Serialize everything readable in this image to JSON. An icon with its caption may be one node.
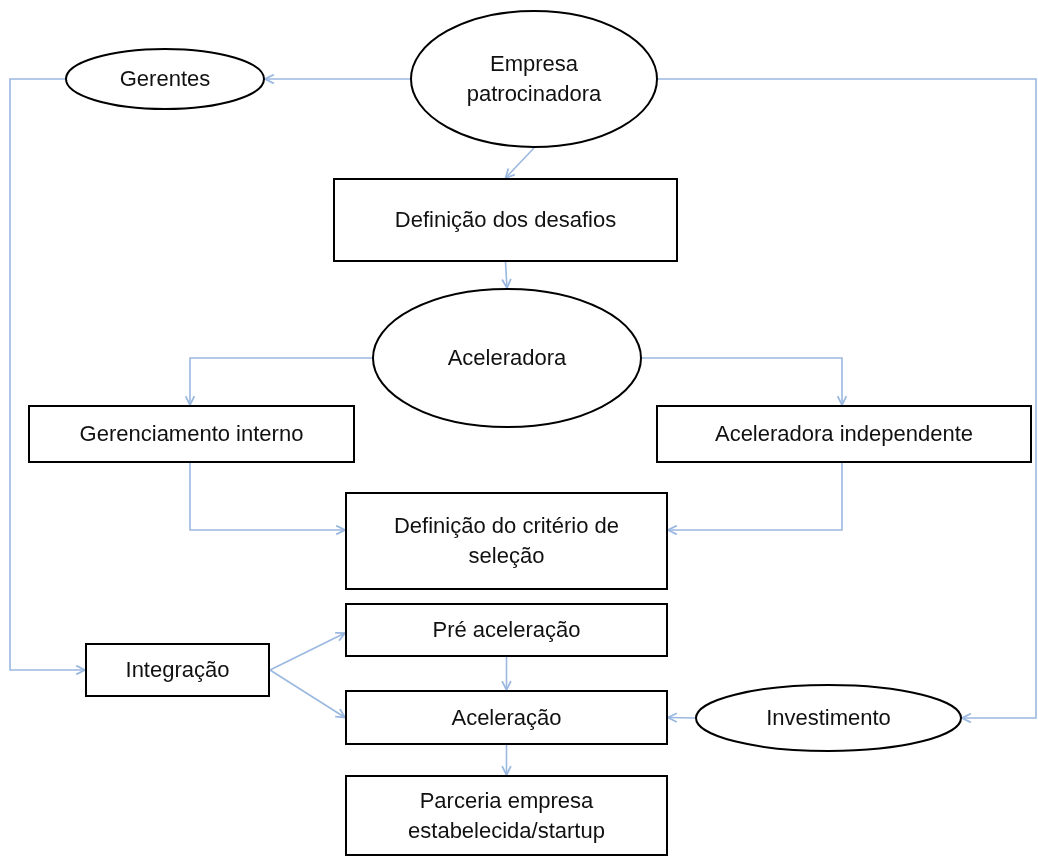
{
  "diagram": {
    "nodes": [
      {
        "text": [
          "Empresa patrocinadora"
        ]
      },
      {
        "text": [
          "Gerentes"
        ]
      },
      {
        "text": [
          "Definição dos desafios"
        ]
      },
      {
        "text": [
          "Aceleradora"
        ]
      },
      {
        "text": [
          "Gerenciamento interno"
        ]
      },
      {
        "text": [
          "Aceleradora independente"
        ]
      },
      {
        "text": [
          "Definição do critério de seleção"
        ]
      },
      {
        "text": [
          "Pré aceleração"
        ]
      },
      {
        "text": [
          "Integração"
        ]
      },
      {
        "text": [
          "Aceleração"
        ]
      },
      {
        "text": [
          "Investimento"
        ]
      },
      {
        "text": [
          "Parceria empresa estabelecida/startup"
        ]
      }
    ],
    "edges": [
      {
        "from": 0,
        "to": 1,
        "arrow": "to"
      },
      {
        "from": 1,
        "to": 8,
        "arrow": "to"
      },
      {
        "from": 0,
        "to": 10,
        "arrow": "to"
      },
      {
        "from": 0,
        "to": 2,
        "arrow": "to"
      },
      {
        "from": 2,
        "to": 3,
        "arrow": "to"
      },
      {
        "from": 3,
        "to": 4,
        "arrow": "to"
      },
      {
        "from": 3,
        "to": 5,
        "arrow": "to"
      },
      {
        "from": 4,
        "to": 6,
        "arrow": "to"
      },
      {
        "from": 5,
        "to": 6,
        "arrow": "to"
      },
      {
        "from": 8,
        "to": 7,
        "arrow": "to"
      },
      {
        "from": 8,
        "to": 9,
        "arrow": "to"
      },
      {
        "from": 7,
        "to": 9,
        "arrow": "to"
      },
      {
        "from": 10,
        "to": 9,
        "arrow": "to"
      },
      {
        "from": 9,
        "to": 11,
        "arrow": "to"
      }
    ]
  }
}
